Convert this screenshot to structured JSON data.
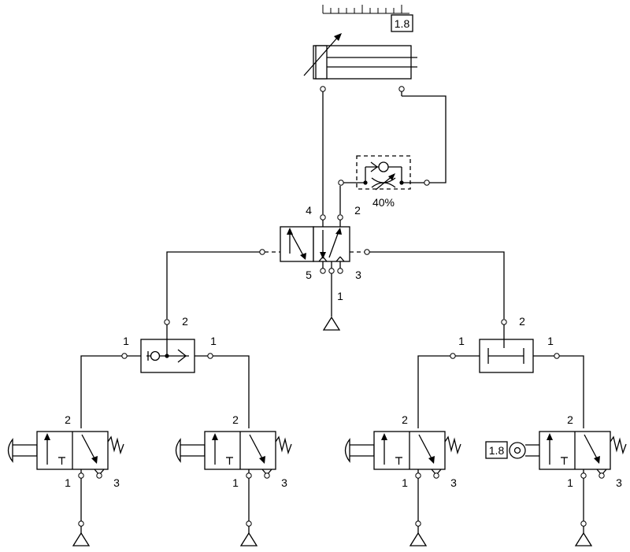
{
  "cylinder": {
    "position_readout": "1.8"
  },
  "flow_control": {
    "opening": "40%"
  },
  "main_valve": {
    "port_4": "4",
    "port_2": "2",
    "port_5": "5",
    "port_3": "3",
    "port_1": "1"
  },
  "or_valve": {
    "out_2": "2",
    "in_left": "1",
    "in_right": "1"
  },
  "and_valve": {
    "out_2": "2",
    "in_left": "1",
    "in_right": "1"
  },
  "button_valves": [
    {
      "port_2": "2",
      "port_1": "1",
      "port_3": "3"
    },
    {
      "port_2": "2",
      "port_1": "1",
      "port_3": "3"
    },
    {
      "port_2": "2",
      "port_1": "1",
      "port_3": "3"
    },
    {
      "port_2": "2",
      "port_1": "1",
      "port_3": "3"
    }
  ],
  "roller_valve": {
    "actuation_position": "1.8"
  }
}
